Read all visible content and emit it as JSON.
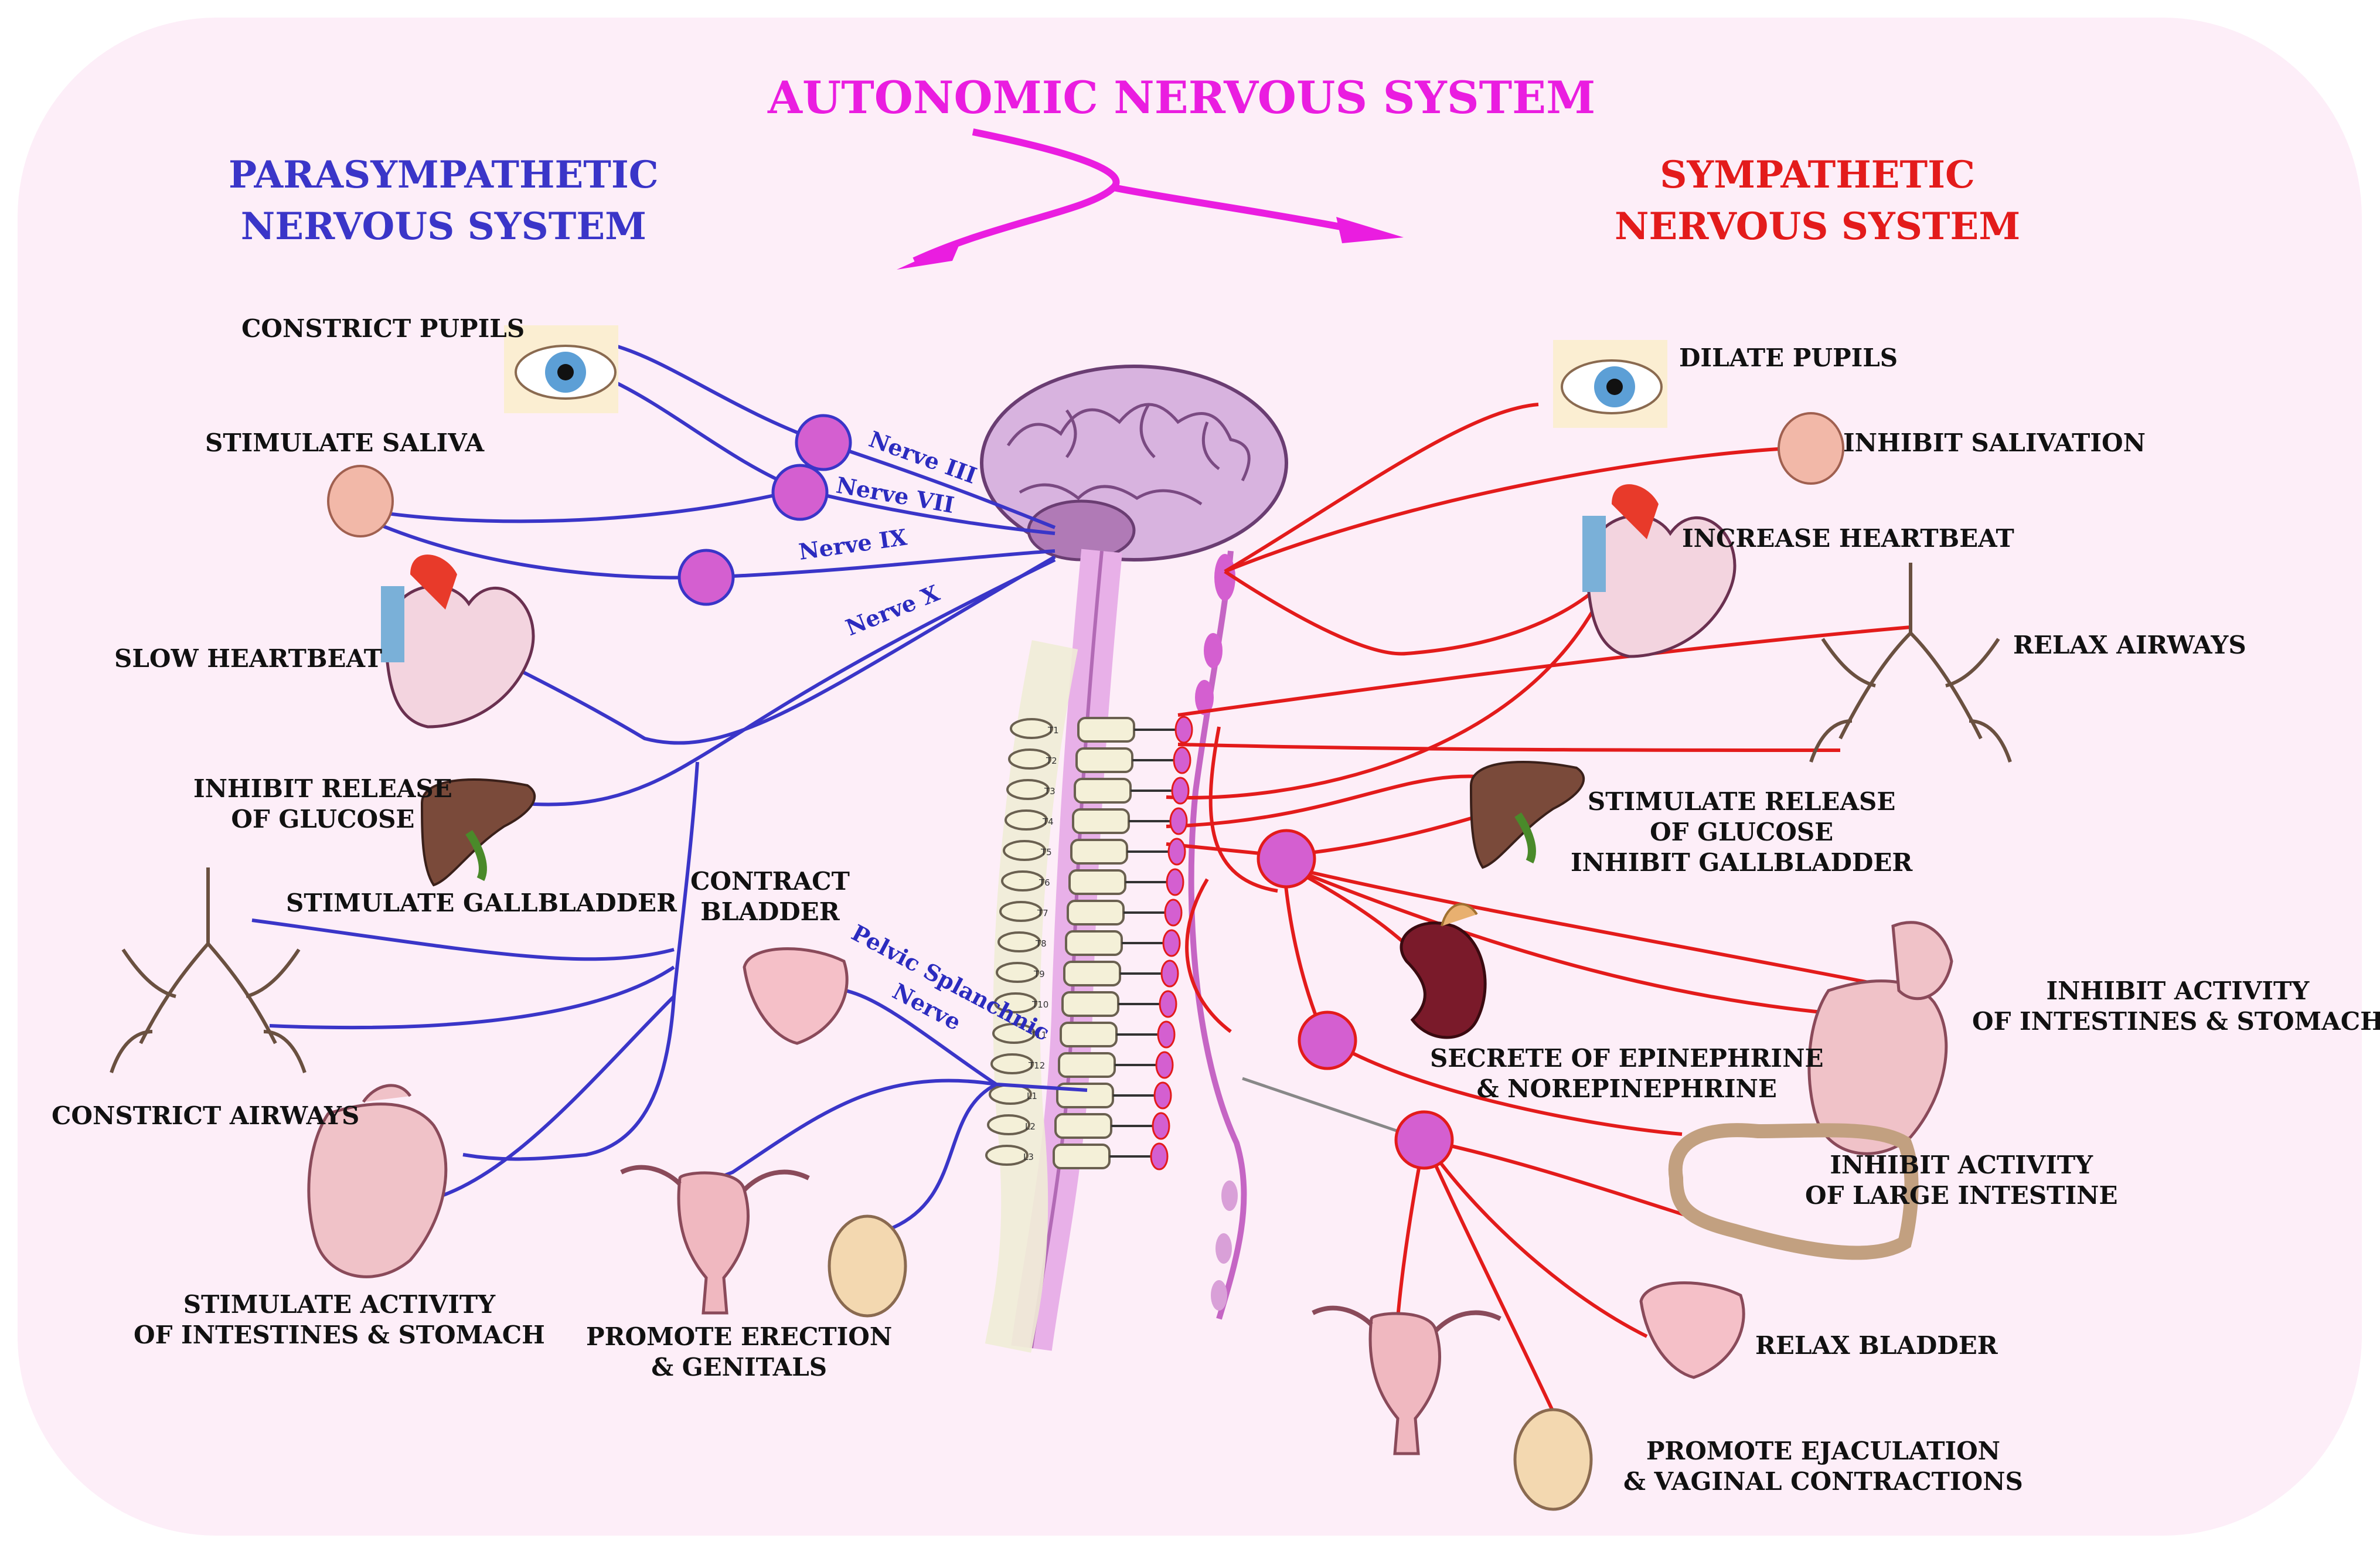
{
  "title": "AUTONOMIC NERVOUS SYSTEM",
  "parasympathetic": {
    "heading_line1": "PARASYMPATHETIC",
    "heading_line2": "NERVOUS SYSTEM",
    "color": "#3a35c8",
    "labels": {
      "constrict_pupils": "CONSTRICT PUPILS",
      "stimulate_saliva": "STIMULATE SALIVA",
      "slow_heartbeat": "SLOW HEARTBEAT",
      "inhibit_release_1": "INHIBIT RELEASE",
      "inhibit_release_2": "OF GLUCOSE",
      "stimulate_gallbladder": "STIMULATE GALLBLADDER",
      "contract_bladder_1": "CONTRACT",
      "contract_bladder_2": "BLADDER",
      "constrict_airways": "CONSTRICT AIRWAYS",
      "stimulate_activity_1": "STIMULATE ACTIVITY",
      "stimulate_activity_2": "OF INTESTINES & STOMACH",
      "promote_erection_1": "PROMOTE ERECTION",
      "promote_erection_2": "& GENITALS"
    },
    "nerves": {
      "nerve_iii": "Nerve III",
      "nerve_vii": "Nerve VII",
      "nerve_ix": "Nerve IX",
      "nerve_x": "Nerve X",
      "pelvic_1": "Pelvic Splanchnic",
      "pelvic_2": "Nerve"
    }
  },
  "sympathetic": {
    "heading_line1": "SYMPATHETIC",
    "heading_line2": "NERVOUS SYSTEM",
    "color": "#e31b1b",
    "labels": {
      "dilate_pupils": "DILATE PUPILS",
      "inhibit_salivation": "INHIBIT SALIVATION",
      "increase_heartbeat": "INCREASE HEARTBEAT",
      "relax_airways": "RELAX AIRWAYS",
      "stimulate_release_1": "STIMULATE RELEASE",
      "stimulate_release_2": "OF GLUCOSE",
      "inhibit_gallbladder": "INHIBIT GALLBLADDER",
      "secrete_1": "SECRETE OF EPINEPHRINE",
      "secrete_2": "& NOREPINEPHRINE",
      "inhibit_intestines_1": "INHIBIT ACTIVITY",
      "inhibit_intestines_2": "OF INTESTINES & STOMACH",
      "inhibit_large_1": "INHIBIT ACTIVITY",
      "inhibit_large_2": "OF LARGE INTESTINE",
      "relax_bladder": "RELAX BLADDER",
      "promote_ejaculation_1": "PROMOTE EJACULATION",
      "promote_ejaculation_2": "& VAGINAL CONTRACTIONS"
    }
  },
  "spine_labels": [
    "T1",
    "T2",
    "T3",
    "T4",
    "T5",
    "T6",
    "T7",
    "T8",
    "T9",
    "T10",
    "T11",
    "T12",
    "L1",
    "L2",
    "L3"
  ],
  "colors": {
    "title": "#ea1de0",
    "background": "#fdeef8",
    "ganglion": "#d45fd0"
  }
}
